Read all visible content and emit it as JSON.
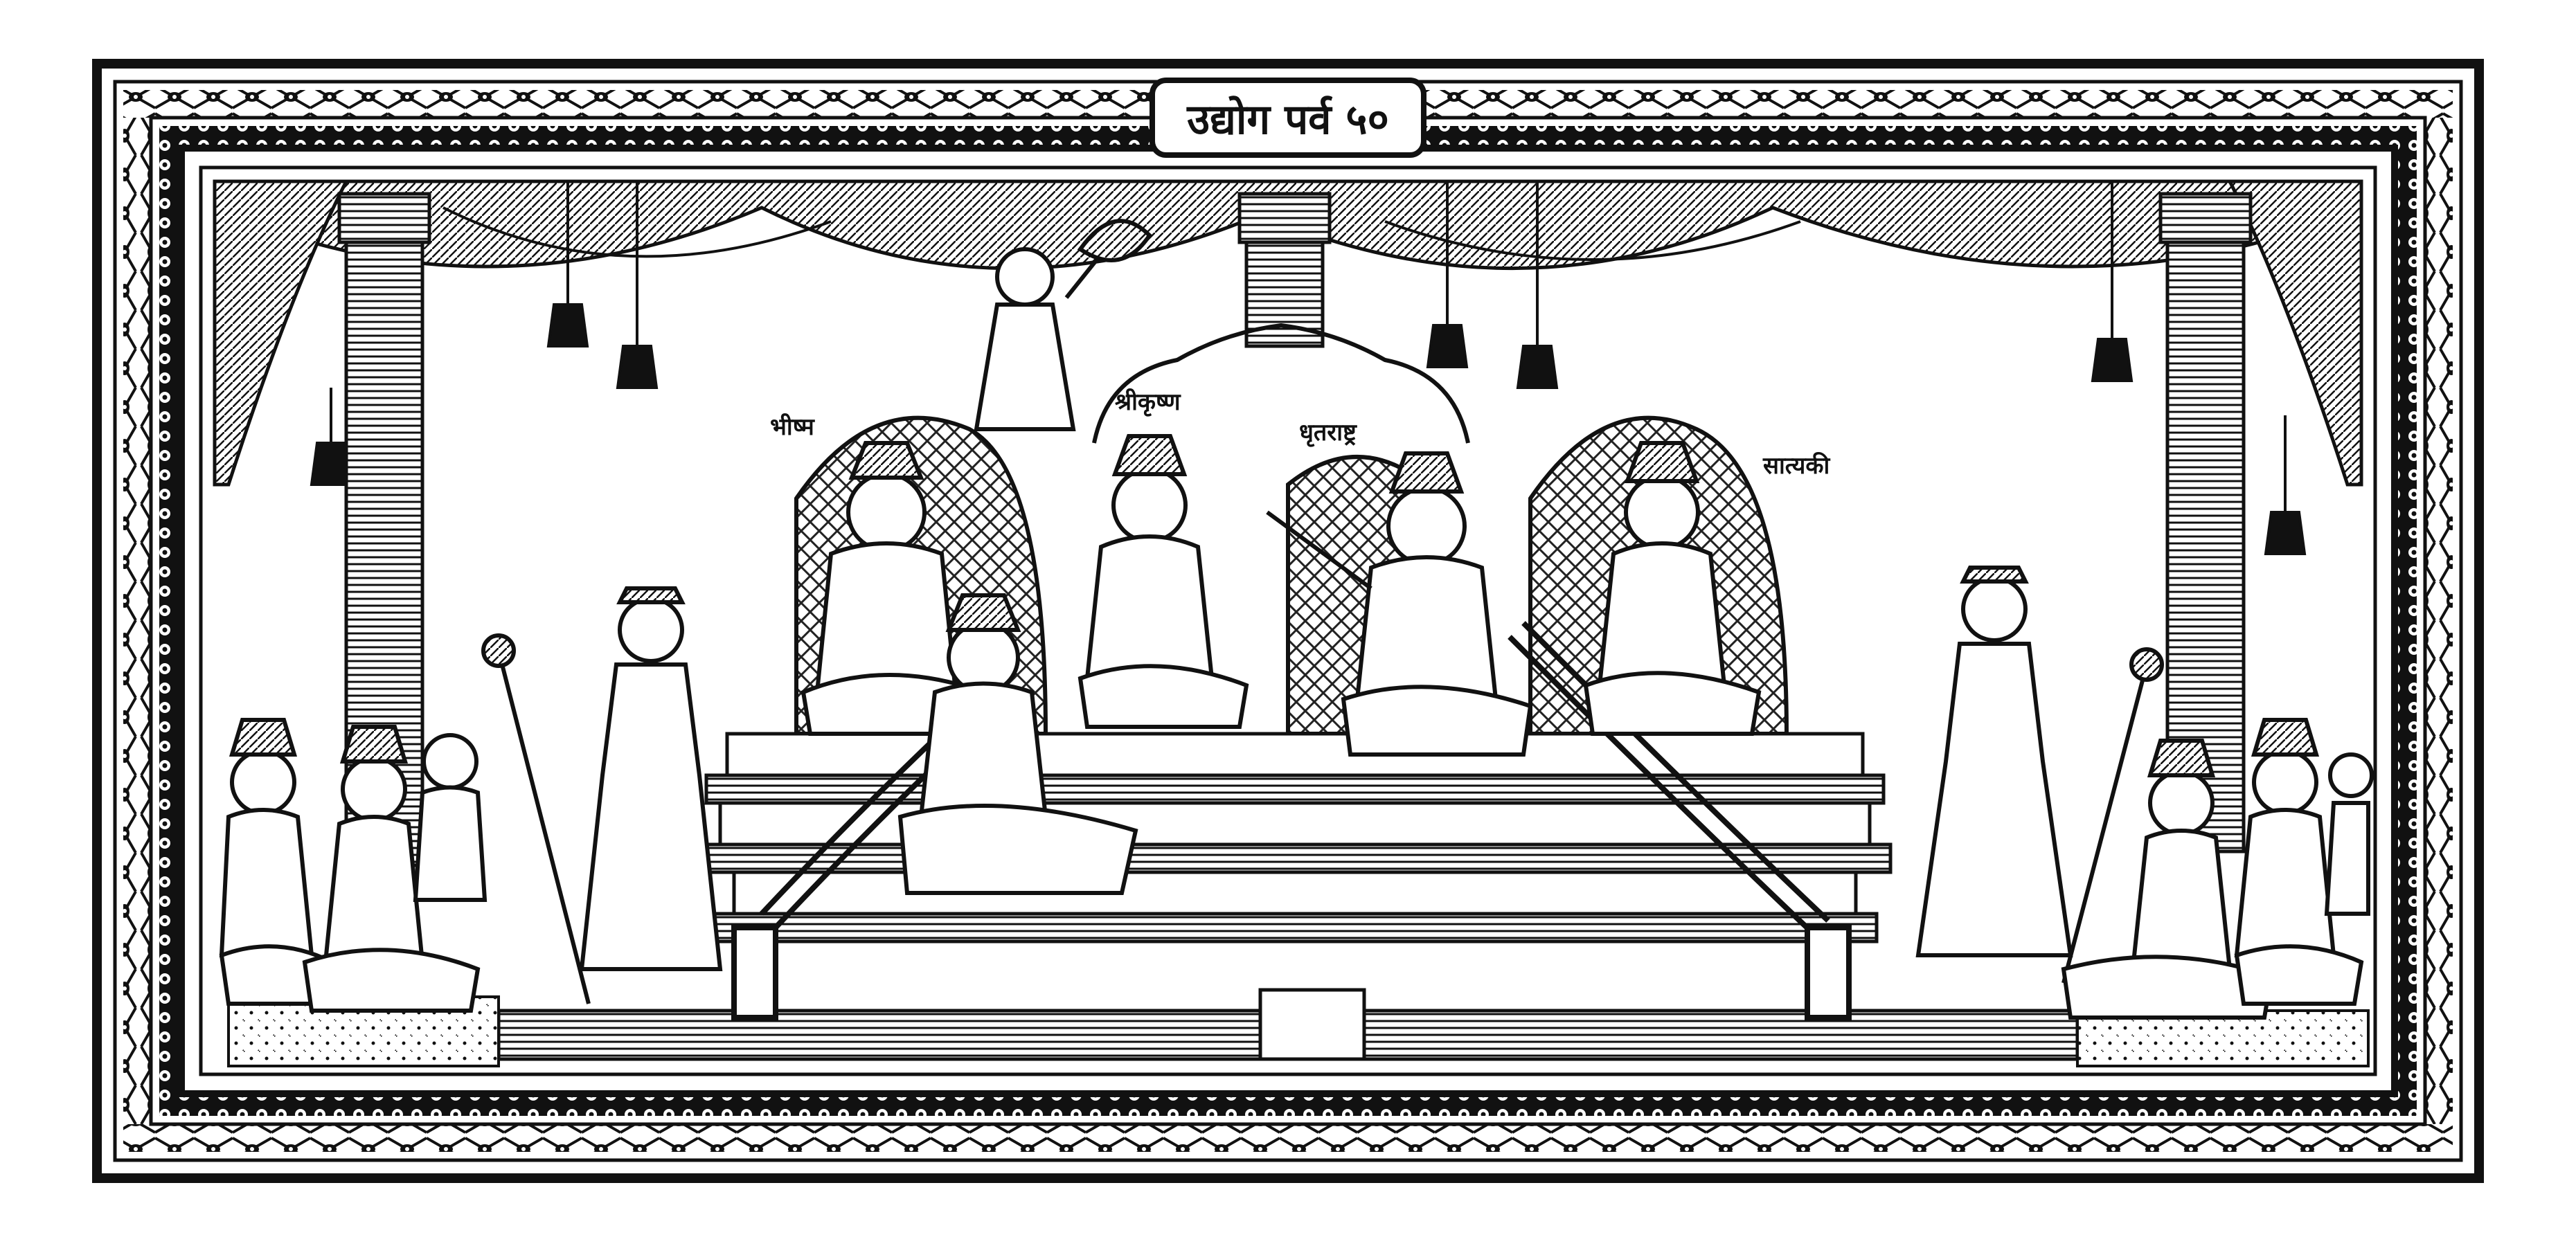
{
  "plate": {
    "title": "उद्योग पर्व ५०",
    "labels": {
      "bhishma": "भीष्म",
      "krishna": "श्रीकृष्ण",
      "dhritarashtra": "धृतराष्ट्र",
      "satyaki": "सात्यकी"
    }
  },
  "colors": {
    "ink": "#111111",
    "paper": "#ffffff"
  }
}
